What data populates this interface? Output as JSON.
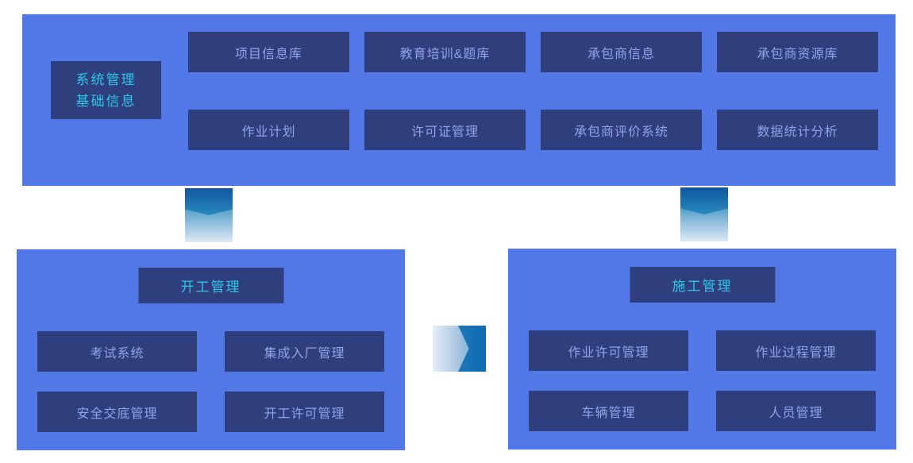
{
  "colors": {
    "canvas_bg": "#ffffff",
    "panel_bg": "#5278e8",
    "box_bg": "#2f3e7c",
    "box_text": "#8fa4ea",
    "header_text": "#2ec7e8",
    "arrow_dark": "#0f569d",
    "arrow_light": "#dde9f4"
  },
  "top": {
    "label_line1": "系统管理",
    "label_line2": "基础信息",
    "row1": [
      "项目信息库",
      "教育培训&题库",
      "承包商信息",
      "承包商资源库"
    ],
    "row2": [
      "作业计划",
      "许可证管理",
      "承包商评价系统",
      "数据统计分析"
    ]
  },
  "bottom_left": {
    "header": "开工管理",
    "row1": [
      "考试系统",
      "集成入厂管理"
    ],
    "row2": [
      "安全交底管理",
      "开工许可管理"
    ]
  },
  "bottom_right": {
    "header": "施工管理",
    "row1": [
      "作业许可管理",
      "作业过程管理"
    ],
    "row2": [
      "车辆管理",
      "人员管理"
    ]
  },
  "connectors": [
    {
      "name": "top-to-startwork",
      "direction": "down"
    },
    {
      "name": "top-to-construction",
      "direction": "down"
    },
    {
      "name": "startwork-to-construction",
      "direction": "right"
    }
  ]
}
